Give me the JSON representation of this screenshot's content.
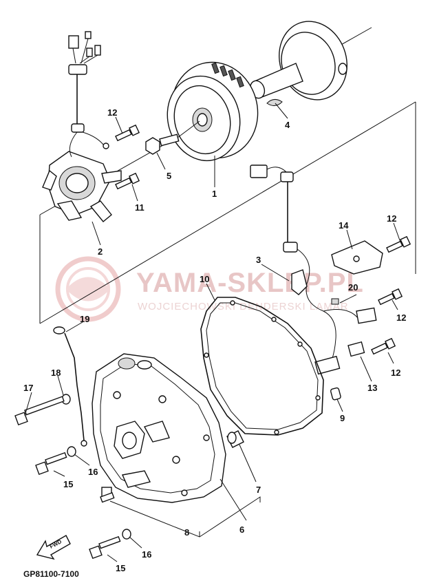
{
  "diagram_code": "GP81100-7100",
  "watermark": {
    "title": "YAMA-SKLEP.PL",
    "subtitle": "WOJCIECHOWSKI DENDERSKI LAMAR"
  },
  "fwd_label": "FWD",
  "callouts": {
    "c1": "1",
    "c2": "2",
    "c3": "3",
    "c4": "4",
    "c5": "5",
    "c6": "6",
    "c7": "7",
    "c8": "8",
    "c9": "9",
    "c10": "10",
    "c11": "11",
    "c12a": "12",
    "c12b": "12",
    "c12c": "12",
    "c12d": "12",
    "c13": "13",
    "c14": "14",
    "c15a": "15",
    "c15b": "15",
    "c16a": "16",
    "c16b": "16",
    "c17": "17",
    "c18": "18",
    "c19": "19",
    "c20": "20"
  },
  "colors": {
    "line": "#111111",
    "watermark": "#e8c6c6",
    "logo": "#f0cccc"
  }
}
